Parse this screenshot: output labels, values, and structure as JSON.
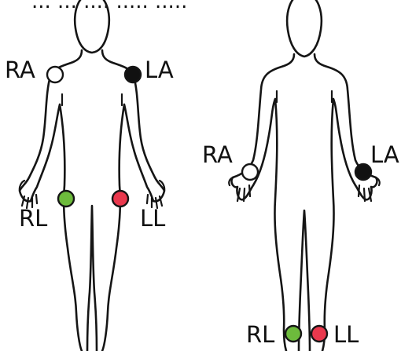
{
  "header_text": "... ... .... ..... .....",
  "colors": {
    "outline": "#151515",
    "electrode_white": "#ffffff",
    "electrode_black": "#111111",
    "electrode_green": "#6dbb3c",
    "electrode_red": "#e9384d"
  },
  "figures": [
    {
      "id": "left",
      "electrodes": [
        {
          "label": "RA",
          "fill_color": "#ffffff"
        },
        {
          "label": "LA",
          "fill_color": "#111111"
        },
        {
          "label": "RL",
          "fill_color": "#6dbb3c"
        },
        {
          "label": "LL",
          "fill_color": "#e9384d"
        }
      ]
    },
    {
      "id": "right",
      "electrodes": [
        {
          "label": "RA",
          "fill_color": "#ffffff"
        },
        {
          "label": "LA",
          "fill_color": "#111111"
        },
        {
          "label": "RL",
          "fill_color": "#6dbb3c"
        },
        {
          "label": "LL",
          "fill_color": "#e9384d"
        }
      ]
    }
  ]
}
